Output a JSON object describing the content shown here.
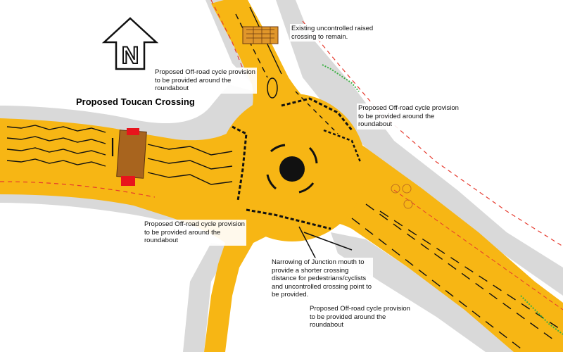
{
  "colors": {
    "road": "#f7b614",
    "footway": "#d9d9d9",
    "verge": "#eeeeee",
    "crossing": "#a8641e",
    "crossing_end": "#e8141c",
    "linework": "#111111",
    "boundary": "#e63a2e",
    "hedge": "#3cb043"
  },
  "north_arrow": {
    "letter": "N",
    "icon": "north-arrow-icon"
  },
  "labels": {
    "toucan_title": "Proposed Toucan Crossing",
    "cycle_provision_nw": "Proposed Off-road cycle provision\nto be provided around the\nroundabout",
    "existing_crossing": "Existing uncontrolled raised\ncrossing to remain.",
    "cycle_provision_ne": "Proposed Off-road cycle provision\nto be provided around the\nroundabout",
    "cycle_provision_sw": "Proposed Off-road cycle provision\nto be provided around the\nroundabout",
    "junction_narrowing": "Narrowing of Junction mouth to\nprovide a shorter crossing\ndistance for pedestrians/cyclists\nand uncontrolled crossing point to\nbe provided.",
    "cycle_provision_se": "Proposed Off-road cycle provision\nto be provided around the\nroundabout"
  }
}
